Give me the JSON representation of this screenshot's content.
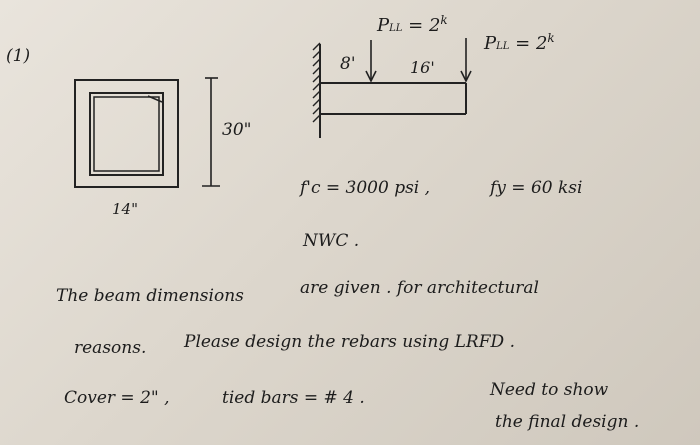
{
  "problem_number": "(1)",
  "section": {
    "height_label": "30\"",
    "width_label": "14\""
  },
  "beam": {
    "load_1_label": "P",
    "load_1_sub": "LL",
    "load_1_value": "= 2",
    "load_1_unit": "k",
    "load_2_label": "P",
    "load_2_sub": "LL",
    "load_2_value": "= 2",
    "load_2_unit": "k",
    "span_1_label": "8'",
    "span_2_label": "16'"
  },
  "materials": {
    "fc_line": "f'c = 3000 psi ,",
    "fy_line": "fy = 60 ksi"
  },
  "concrete_type": "NWC .",
  "notes": {
    "line1_a": "The beam dimensions",
    "line1_b": "are given . for architectural",
    "line2_a": "reasons.",
    "line2_b": "Please design the rebars using LRFD .",
    "line3_a": "Cover = 2\" ,",
    "line3_b": "tied bars = # 4 .",
    "line3_c": "Need to show",
    "line4": "the final design ."
  }
}
